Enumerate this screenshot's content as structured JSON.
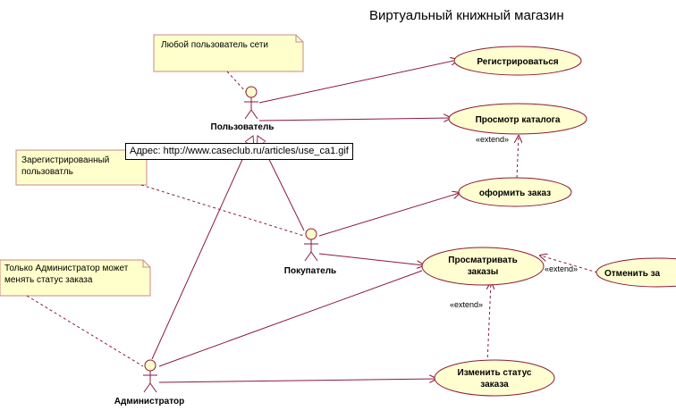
{
  "title": "Виртуальный книжный магазин",
  "actors": {
    "user": "Пользователь",
    "buyer": "Покупатель",
    "admin": "Администратор"
  },
  "use_cases": {
    "register": "Регистрироваться",
    "browse_catalog": "Просмотр каталога",
    "place_order": "оформить заказ",
    "view_orders_line1": "Просматривать",
    "view_orders_line2": "заказы",
    "cancel_order": "Отменить за",
    "change_status_line1": "Изменить статус",
    "change_status_line2": "заказа"
  },
  "notes": {
    "any_user": "Любой пользователь сети",
    "registered_line1": "Зарегистрированный",
    "registered_line2": "пользоватль",
    "admin_only_line1": "Только Администратор может",
    "admin_only_line2": "менять статус заказа"
  },
  "stereotypes": {
    "extend_catalog": "«extend»",
    "extend_cancel": "«extend»",
    "extend_status": "«extend»"
  },
  "tooltip": "Адрес: http://www.caseclub.ru/articles/use_ca1.gif",
  "colors": {
    "line": "#8b1a3a",
    "usecase_fill": "#fffed0",
    "note_fill": "#ffffcc",
    "note_stroke": "#c98a8a",
    "actor_fill": "#ffffcc"
  }
}
